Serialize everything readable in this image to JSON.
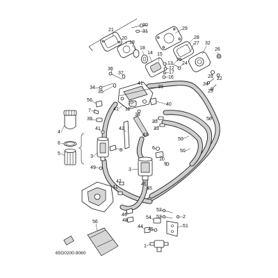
{
  "diagram_code": "65G0200-9060",
  "colors": {
    "line": "#1a1a1a",
    "hose_fill": "#cfcfcf",
    "background": "#ffffff"
  },
  "callouts": [
    "30",
    "31",
    "21",
    "20",
    "29",
    "19",
    "18",
    "14",
    "15",
    "28",
    "27",
    "32",
    "26",
    "13",
    "12",
    "17",
    "16",
    "25",
    "24",
    "23",
    "22",
    "24",
    "25",
    "36",
    "37",
    "34",
    "35",
    "41",
    "39",
    "10",
    "11",
    "41",
    "38",
    "40",
    "42",
    "43",
    "33",
    "33",
    "56",
    "7",
    "39",
    "41",
    "4",
    "6",
    "5",
    "8",
    "3",
    "49",
    "50",
    "50",
    "50",
    "6",
    "10",
    "9",
    "3",
    "41",
    "45",
    "47",
    "41",
    "46",
    "48",
    "52",
    "53",
    "54",
    "2",
    "44",
    "45",
    "51",
    "1",
    "56"
  ]
}
